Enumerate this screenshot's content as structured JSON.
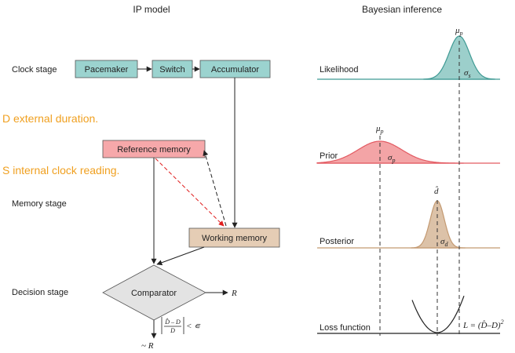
{
  "headers": {
    "left": "IP model",
    "right": "Bayesian inference"
  },
  "stages": {
    "clock": "Clock stage",
    "memory": "Memory stage",
    "decision": "Decision stage"
  },
  "notes": {
    "d": "D external duration.",
    "s": "S  internal clock reading."
  },
  "boxes": {
    "pacemaker": "Pacemaker",
    "switch": "Switch",
    "accumulator": "Accumulator",
    "reference": "Reference memory",
    "working": "Working memory",
    "comparator": "Comparator"
  },
  "outputs": {
    "r": "R",
    "not_r": "~ R"
  },
  "rows": {
    "likelihood": "Likelihood",
    "prior": "Prior",
    "posterior": "Posterior",
    "loss": "Loss function"
  },
  "symbols": {
    "mu": "μ",
    "p": "p",
    "sigma": "σ",
    "s": "s",
    "d": "d",
    "d_hat": "d̂",
    "less_than_eps": "< ∊",
    "frac_num": "D̂ – D",
    "frac_den": "D",
    "loss_formula": "L = (D̂–D)",
    "loss_exp": "2"
  },
  "colors": {
    "clock_box": "#9bd3cf",
    "reference_box": "#f6a8aa",
    "working_box": "#e5cdb5",
    "comparator": "#e3e3e3",
    "likelihood": "#3f9a94",
    "likelihood_fill": "#9ccfcb",
    "prior": "#e35a62",
    "prior_fill": "#f3a4a6",
    "posterior": "#c49a72",
    "posterior_fill": "#dcc2a8",
    "note": "#f0a020",
    "red_arrow": "#e02020"
  }
}
